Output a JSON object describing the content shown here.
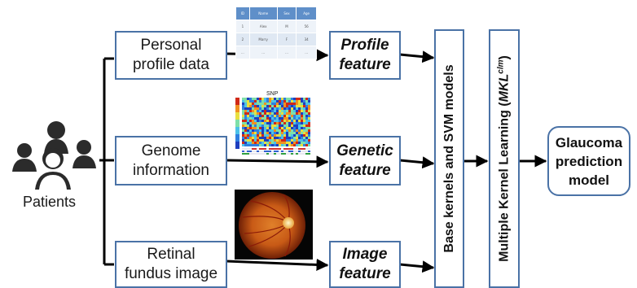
{
  "patients": {
    "label": "Patients"
  },
  "sources": [
    {
      "line1": "Personal",
      "line2": "profile data"
    },
    {
      "line1": "Genome",
      "line2": "information"
    },
    {
      "line1": "Retinal",
      "line2": "fundus image"
    }
  ],
  "features": [
    {
      "line1": "Profile",
      "line2": "feature"
    },
    {
      "line1": "Genetic",
      "line2": "feature"
    },
    {
      "line1": "Image",
      "line2": "feature"
    }
  ],
  "base_kernels": {
    "label": "Base kernels and SVM models"
  },
  "mkl": {
    "label_prefix": "Multiple Kernel Learning (",
    "label_var": "MKL",
    "label_sup": "clm",
    "label_suffix": ")"
  },
  "output": {
    "line1": "Glaucoma",
    "line2": "prediction",
    "line3": "model"
  },
  "thumbnail_table": {
    "headers": [
      "ID",
      "Name",
      "Sex",
      "Age"
    ],
    "rows": [
      [
        "1",
        "Alex",
        "M",
        "56"
      ],
      [
        "2",
        "Marry",
        "F",
        "34"
      ],
      [
        "...",
        "...",
        "...",
        "..."
      ]
    ]
  },
  "snp": {
    "label": "SNP"
  },
  "colors": {
    "box_border": "#4a72a6",
    "arrow": "#000000",
    "table_header": "#5f8fc9"
  }
}
